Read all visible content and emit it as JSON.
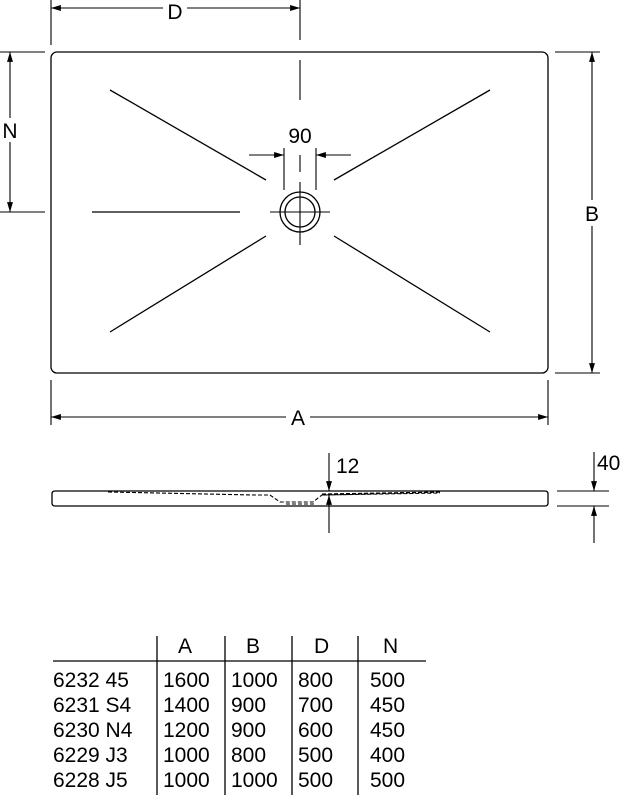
{
  "plan_view": {
    "dim_labels": {
      "A": "A",
      "B": "B",
      "D": "D",
      "N": "N",
      "drain": "90"
    }
  },
  "side_view": {
    "dim_labels": {
      "depth": "12",
      "height": "40"
    }
  },
  "table": {
    "headers": [
      "",
      "A",
      "B",
      "D",
      "N"
    ],
    "rows": [
      [
        "6232 45",
        "1600",
        "1000",
        "800",
        "500"
      ],
      [
        "6231 S4",
        "1400",
        "900",
        "700",
        "450"
      ],
      [
        "6230 N4",
        "1200",
        "900",
        "600",
        "450"
      ],
      [
        "6229 J3",
        "1000",
        "800",
        "500",
        "400"
      ],
      [
        "6228 J5",
        "1000",
        "1000",
        "500",
        "500"
      ]
    ]
  }
}
